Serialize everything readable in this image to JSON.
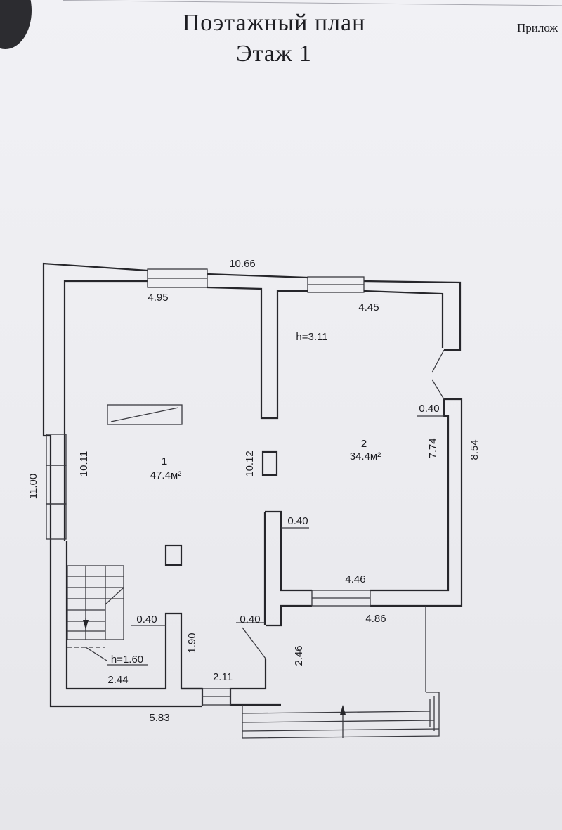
{
  "header": {
    "title": "Поэтажный план",
    "subtitle": "Этаж  1",
    "corner_note": "Прилож"
  },
  "rooms": [
    {
      "number": "1",
      "area": "47.4м²"
    },
    {
      "number": "2",
      "area": "34.4м²"
    }
  ],
  "heights": {
    "room2": "h=3.11",
    "stair": "h=1.60"
  },
  "dimensions": {
    "top_total": "10.66",
    "top_left": "4.95",
    "top_right": "4.45",
    "left_outer": "11.00",
    "left_inner": "10.11",
    "mid_partition": "10.12",
    "right_inner": "7.74",
    "right_outer": "8.54",
    "wall_right": "0.40",
    "wall_mid": "0.40",
    "bottom_right_inner": "4.46",
    "bottom_right_outer": "4.86",
    "wall_bl": "0.40",
    "wall_bm": "0.40",
    "vestibule_depth": "1.90",
    "vestibule_side": "2.46",
    "stair_width": "2.44",
    "vestibule_width": "2.11",
    "bottom_left": "5.83"
  }
}
